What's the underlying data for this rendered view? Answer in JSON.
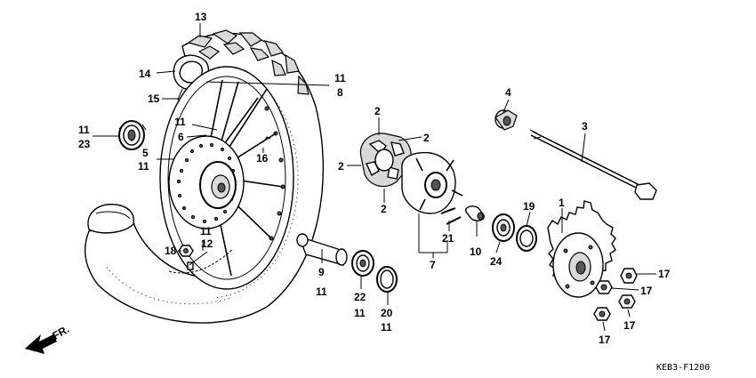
{
  "diagram": {
    "code": "KEB3-F1200",
    "direction_label": "FR.",
    "callouts": [
      {
        "id": "c13",
        "text": "13"
      },
      {
        "id": "c14",
        "text": "14"
      },
      {
        "id": "c15",
        "text": "15"
      },
      {
        "id": "c11a",
        "text": "11"
      },
      {
        "id": "c8",
        "text": "8"
      },
      {
        "id": "c11b",
        "text": "11"
      },
      {
        "id": "c23",
        "text": "23"
      },
      {
        "id": "c11c",
        "text": "11"
      },
      {
        "id": "c6",
        "text": "6"
      },
      {
        "id": "c5",
        "text": "5"
      },
      {
        "id": "c11d",
        "text": "11"
      },
      {
        "id": "c16",
        "text": "16"
      },
      {
        "id": "c11e",
        "text": "11"
      },
      {
        "id": "c12",
        "text": "12"
      },
      {
        "id": "c18",
        "text": "18"
      },
      {
        "id": "c2a",
        "text": "2"
      },
      {
        "id": "c2b",
        "text": "2"
      },
      {
        "id": "c2c",
        "text": "2"
      },
      {
        "id": "c2d",
        "text": "2"
      },
      {
        "id": "c4",
        "text": "4"
      },
      {
        "id": "c3",
        "text": "3"
      },
      {
        "id": "c9",
        "text": "9"
      },
      {
        "id": "c11f",
        "text": "11"
      },
      {
        "id": "c21",
        "text": "21"
      },
      {
        "id": "c7",
        "text": "7"
      },
      {
        "id": "c10",
        "text": "10"
      },
      {
        "id": "c24",
        "text": "24"
      },
      {
        "id": "c19",
        "text": "19"
      },
      {
        "id": "c1",
        "text": "1"
      },
      {
        "id": "c22",
        "text": "22"
      },
      {
        "id": "c11g",
        "text": "11"
      },
      {
        "id": "c20",
        "text": "20"
      },
      {
        "id": "c11h",
        "text": "11"
      },
      {
        "id": "c17a",
        "text": "17"
      },
      {
        "id": "c17b",
        "text": "17"
      },
      {
        "id": "c17c",
        "text": "17"
      },
      {
        "id": "c17d",
        "text": "17"
      }
    ]
  }
}
